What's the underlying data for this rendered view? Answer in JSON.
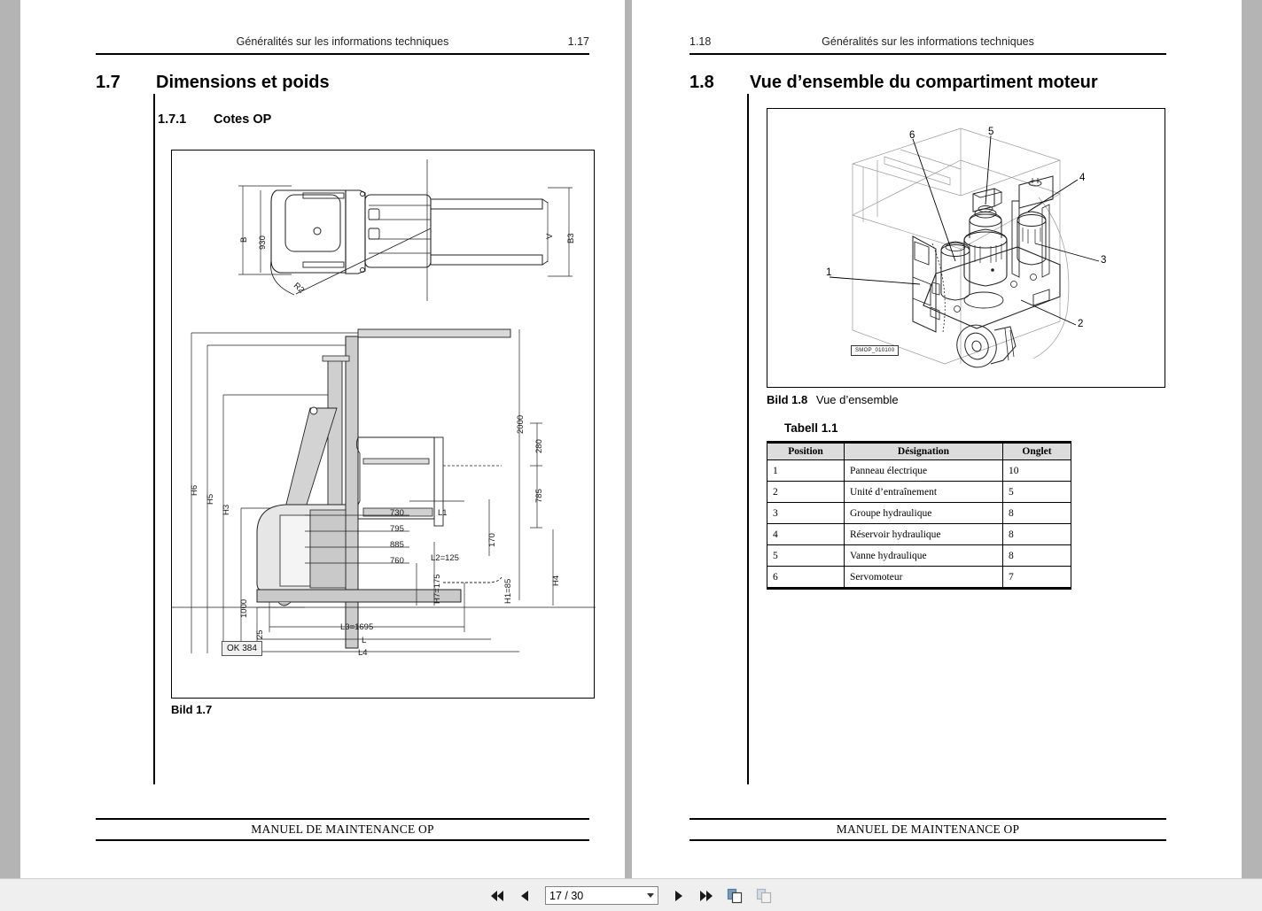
{
  "document": {
    "footer_text": "MANUEL DE MAINTENANCE OP",
    "header_title": "Généralités sur les informations techniques"
  },
  "left_page": {
    "header": {
      "title": "Généralités sur les informations techniques",
      "page_number": "1.17"
    },
    "section": {
      "number": "1.7",
      "title": "Dimensions et poids"
    },
    "subsection": {
      "number": "1.7.1",
      "title": "Cotes OP"
    },
    "figure": {
      "caption_label": "Bild 1.7",
      "caption_text": ""
    },
    "dimensions": {
      "top_view": [
        "B",
        "930",
        "R2",
        "V",
        "B3"
      ],
      "side_view_left": [
        "H6",
        "H5",
        "H3",
        "1000",
        "25"
      ],
      "side_view_steps": [
        "730",
        "795",
        "885",
        "760"
      ],
      "side_view_right": [
        "2000",
        "280",
        "785",
        "170",
        "H4"
      ],
      "side_view_misc": [
        "L1",
        "L2=125",
        "H7=175",
        "H1=85"
      ],
      "bottom": [
        "L3=1695",
        "L",
        "L4"
      ],
      "badge": "OK 384"
    },
    "footer": {
      "text": "MANUEL DE MAINTENANCE OP"
    }
  },
  "right_page": {
    "header": {
      "title": "Généralités sur les informations techniques",
      "page_number": "1.18"
    },
    "section": {
      "number": "1.8",
      "title": "Vue d’ensemble du compartiment moteur"
    },
    "figure": {
      "caption_label": "Bild 1.8",
      "caption_text": "Vue d’ensemble",
      "drawing_code": "SMOP_010100",
      "callouts": [
        "1",
        "2",
        "3",
        "4",
        "5",
        "6"
      ]
    },
    "table": {
      "label": "Tabell 1.1",
      "columns": [
        "Position",
        "Désignation",
        "Onglet"
      ],
      "rows": [
        {
          "position": "1",
          "designation": "Panneau électrique",
          "onglet": "10"
        },
        {
          "position": "2",
          "designation": "Unité d’entraînement",
          "onglet": "5"
        },
        {
          "position": "3",
          "designation": "Groupe hydraulique",
          "onglet": "8"
        },
        {
          "position": "4",
          "designation": "Réservoir hydraulique",
          "onglet": "8"
        },
        {
          "position": "5",
          "designation": "Vanne hydraulique",
          "onglet": "8"
        },
        {
          "position": "6",
          "designation": "Servomoteur",
          "onglet": "7"
        }
      ]
    },
    "footer": {
      "text": "MANUEL DE MAINTENANCE OP"
    }
  },
  "toolbar": {
    "first_page_label": "first-page",
    "previous_page_label": "previous-page",
    "page_value": "17 / 30",
    "next_page_label": "next-page",
    "last_page_label": "last-page",
    "single_page_view_label": "single-page-view",
    "facing_page_view_label": "facing-page-view",
    "accent_color": "#4f7ca8"
  }
}
